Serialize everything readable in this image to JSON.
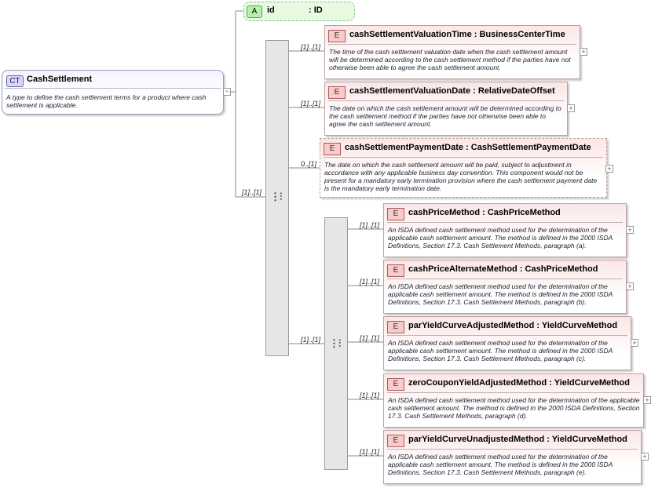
{
  "complex_type": {
    "badge": "CT",
    "name": "CashSettlement",
    "description": "A type to define the cash settlement terms for a product where cash settlement is applicable."
  },
  "attribute": {
    "badge": "A",
    "name": "id",
    "type": ": ID"
  },
  "outer_sequence_cardinality": "[1]..[1]",
  "inner_sequence_cardinality": "[1]..[1]",
  "element_badge": "E",
  "elements": [
    {
      "title": "cashSettlementValuationTime  : BusinessCenterTime",
      "cardinality": "[1]..[1]",
      "description": "The time of the cash settlement valuation date when the cash settlement amount will be determined according to the cash settlement method if the parties have not otherwise been able to agree the cash settlement amount."
    },
    {
      "title": "cashSettlementValuationDate  : RelativeDateOffset",
      "cardinality": "[1]..[1]",
      "description": "The date on which the cash settlement amount will be determined according to the cash settlement method if the parties have not otherwise been able to agree the cash settlement amount."
    },
    {
      "title": "cashSettlementPaymentDate  : CashSettlementPaymentDate",
      "cardinality": "0..[1]",
      "description": "The date on which the cash settlement amount will be paid, subject to adjustment in accordance with any applicable business day convention. This component would not be present for a mandatory early termination provision where the cash settlement payment date is the mandatory early termination date."
    }
  ],
  "choice_elements": [
    {
      "title": "cashPriceMethod  : CashPriceMethod",
      "cardinality": "[1]..[1]",
      "description": "An ISDA defined cash settlement method used for the determination of the applicable cash settlement amount. The method is defined in the 2000 ISDA Definitions, Section 17.3. Cash Settlement Methods, paragraph (a)."
    },
    {
      "title": "cashPriceAlternateMethod  : CashPriceMethod",
      "cardinality": "[1]..[1]",
      "description": "An ISDA defined cash settlement method used for the determination of the applicable cash settlement amount. The method is defined in the 2000 ISDA Definitions, Section 17.3. Cash Settlement Methods, paragraph (b)."
    },
    {
      "title": "parYieldCurveAdjustedMethod  : YieldCurveMethod",
      "cardinality": "[1]..[1]",
      "description": "An ISDA defined cash settlement method used for the determination of the applicable cash settlement amount. The method is defined in the 2000 ISDA Definitions, Section 17.3. Cash Settlement Methods, paragraph (c)."
    },
    {
      "title": "zeroCouponYieldAdjustedMethod  : YieldCurveMethod",
      "cardinality": "[1]..[1]",
      "description": "An ISDA defined cash settlement method used for the determination of the applicable cash settlement amount. The method is defined in the 2000 ISDA Definitions, Section 17.3. Cash Settlement Methods, paragraph (d)."
    },
    {
      "title": "parYieldCurveUnadjustedMethod  : YieldCurveMethod",
      "cardinality": "[1]..[1]",
      "description": "An ISDA defined cash settlement method used for the determination of the applicable cash settlement amount. The method is defined in the 2000 ISDA Definitions, Section 17.3. Cash Settlement Methods, paragraph (e)."
    }
  ]
}
